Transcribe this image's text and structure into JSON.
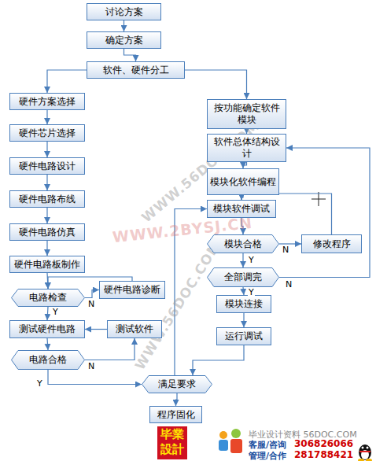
{
  "diagram": {
    "nodes": [
      {
        "text": [
          "讨论方案"
        ]
      },
      {
        "text": [
          "确定方案"
        ]
      },
      {
        "text": [
          "软件、硬件分工"
        ]
      },
      {
        "text": [
          "硬件方案选择"
        ]
      },
      {
        "text": [
          "硬件芯片选择"
        ]
      },
      {
        "text": [
          "硬件电路设计"
        ]
      },
      {
        "text": [
          "硬件电路布线"
        ]
      },
      {
        "text": [
          "硬件电路仿真"
        ]
      },
      {
        "text": [
          "硬件电路板制作"
        ]
      },
      {
        "text": [
          "电路检查"
        ]
      },
      {
        "text": [
          "硬件电路诊断"
        ]
      },
      {
        "text": [
          "测试硬件电路"
        ]
      },
      {
        "text": [
          "测试软件"
        ]
      },
      {
        "text": [
          "电路合格"
        ]
      },
      {
        "text": [
          "按功能确定软件模块"
        ]
      },
      {
        "text": [
          "软件总体结构设计"
        ]
      },
      {
        "text": [
          "模块化软件编程"
        ]
      },
      {
        "text": [
          "模块软件调试"
        ]
      },
      {
        "text": [
          "模块合格"
        ]
      },
      {
        "text": [
          "修改程序"
        ]
      },
      {
        "text": [
          "全部调完"
        ]
      },
      {
        "text": [
          "模块连接"
        ]
      },
      {
        "text": [
          "运行调试"
        ]
      },
      {
        "text": [
          "满足要求"
        ]
      },
      {
        "text": [
          "程序固化"
        ]
      }
    ],
    "edges": [
      {
        "from": 0,
        "to": 1,
        "arrow": "to"
      },
      {
        "from": 1,
        "to": 2,
        "arrow": "to"
      },
      {
        "from": 2,
        "to": 3,
        "arrow": "to"
      },
      {
        "from": 2,
        "to": 14,
        "arrow": "to"
      },
      {
        "from": 3,
        "to": 4,
        "arrow": "to"
      },
      {
        "from": 4,
        "to": 5,
        "arrow": "to"
      },
      {
        "from": 5,
        "to": 6,
        "arrow": "to"
      },
      {
        "from": 6,
        "to": 7,
        "arrow": "to"
      },
      {
        "from": 7,
        "to": 8,
        "arrow": "to"
      },
      {
        "from": 8,
        "to": 9,
        "arrow": "to"
      },
      {
        "from": 9,
        "to": 10,
        "label": "N",
        "arrow": "to"
      },
      {
        "from": 10,
        "to": 9,
        "arrow": "to"
      },
      {
        "from": 9,
        "to": 11,
        "label": "Y",
        "arrow": "to"
      },
      {
        "from": 12,
        "to": 11,
        "arrow": "to"
      },
      {
        "from": 11,
        "to": 13,
        "arrow": "to"
      },
      {
        "from": 13,
        "to": 12,
        "label": "N",
        "arrow": "to"
      },
      {
        "from": 13,
        "to": 23,
        "label": "Y",
        "arrow": "to"
      },
      {
        "from": 14,
        "to": 15,
        "arrow": "to"
      },
      {
        "from": 15,
        "to": 16,
        "arrow": "to"
      },
      {
        "from": 16,
        "to": 17,
        "arrow": "to"
      },
      {
        "from": 17,
        "to": 18,
        "arrow": "to"
      },
      {
        "from": 18,
        "to": 19,
        "label": "N",
        "arrow": "to"
      },
      {
        "from": 19,
        "to": 17,
        "arrow": "to"
      },
      {
        "from": 18,
        "to": 20,
        "label": "Y",
        "arrow": "to"
      },
      {
        "from": 20,
        "to": 15,
        "label": "N",
        "arrow": "to"
      },
      {
        "from": 20,
        "to": 21,
        "label": "Y",
        "arrow": "to"
      },
      {
        "from": 21,
        "to": 22,
        "arrow": "to"
      },
      {
        "from": 22,
        "to": 23,
        "arrow": "to"
      },
      {
        "from": 23,
        "to": 17,
        "arrow": "to"
      },
      {
        "from": 23,
        "to": 24,
        "arrow": "to"
      }
    ],
    "labels": [
      "WWW.56DOC.COM",
      "WWW.2BYSJ.CN",
      "WWW.56DOC.COM",
      "毕業設計",
      "毕业设计资料 56DOC.COM",
      "客服/咨询",
      "306826066",
      "管理/合作",
      "281788421"
    ]
  }
}
